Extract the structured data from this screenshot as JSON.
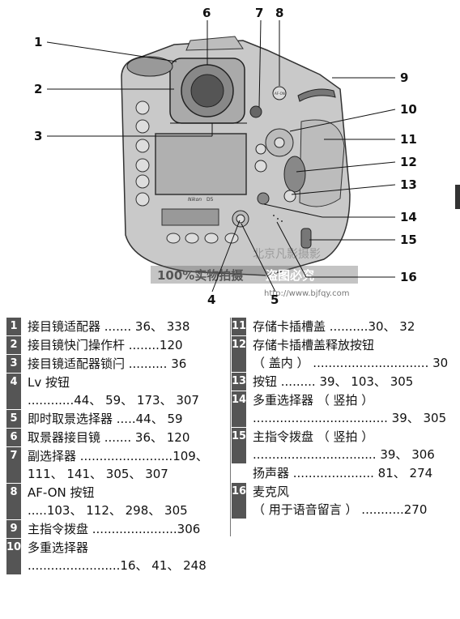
{
  "callouts": [
    "1",
    "2",
    "3",
    "4",
    "5",
    "6",
    "7",
    "8",
    "9",
    "10",
    "11",
    "12",
    "13",
    "14",
    "15",
    "16"
  ],
  "watermark": {
    "line1": "北京凡影摄影",
    "line2": "100%实物拍摄",
    "line3": "盗图必究",
    "url": "http://www.bjfqy.com"
  },
  "camera": {
    "brand": "Nikon",
    "model": "D5",
    "af_on": "AF-ON"
  },
  "legend_left": [
    {
      "num": "1",
      "label": "接目镜适配器 ....... 36、 338"
    },
    {
      "num": "2",
      "label": "接目镜快门操作杆 ........120"
    },
    {
      "num": "3",
      "label": "接目镜适配器锁闩 .......... 36"
    },
    {
      "num": "4",
      "label": "Lv 按钮",
      "pages": "............44、 59、 173、 307"
    },
    {
      "num": "5",
      "label": "即时取景选择器 .....44、 59"
    },
    {
      "num": "6",
      "label": "取景器接目镜 ....... 36、 120"
    },
    {
      "num": "7",
      "label": "副选择器 ........................109、",
      "pages": "111、 141、 305、 307"
    },
    {
      "num": "8",
      "label": "AF-ON 按钮",
      "pages": ".....103、 112、 298、 305"
    },
    {
      "num": "9",
      "label": "主指令拨盘 ......................306"
    },
    {
      "num": "10",
      "label": "多重选择器",
      "pages": "........................16、 41、 248"
    }
  ],
  "legend_right": [
    {
      "num": "11",
      "label": "存储卡插槽盖 ..........30、 32"
    },
    {
      "num": "12",
      "label": "存储卡插槽盖释放按钮",
      "pages": "（ 盖内 ） .............................. 30"
    },
    {
      "num": "13",
      "label": "按钮 ......... 39、 103、 305"
    },
    {
      "num": "14",
      "label": "多重选择器 （ 竖拍 ）",
      "pages": "................................... 39、 305"
    },
    {
      "num": "15",
      "label": "主指令拨盘 （ 竖拍 ）",
      "pages": "................................ 39、 306"
    },
    {
      "num": "",
      "label": "扬声器 ..................... 81、 274"
    },
    {
      "num": "16",
      "label": "麦克风",
      "pages": "（ 用于语音留言 ） ...........270"
    }
  ]
}
